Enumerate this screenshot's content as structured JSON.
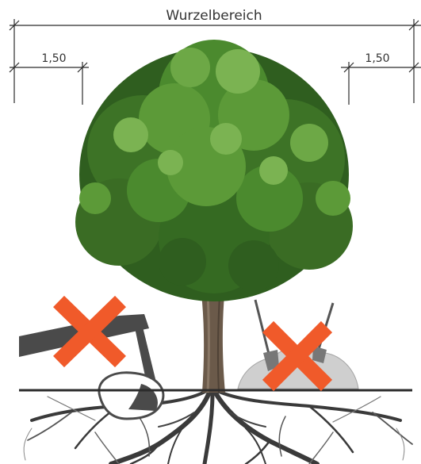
{
  "dimensions": {
    "root_zone_label": "Wurzelbereich",
    "left_offset_label": "1,50",
    "right_offset_label": "1,50"
  },
  "colors": {
    "line": "#2b2b2b",
    "prohibition_x": "#f05a2a",
    "machine": "#4a4a4a",
    "soil_pile": "#cfcfcf",
    "foliage_dark": "#2f5e1f",
    "foliage_mid": "#4b8a2e",
    "foliage_light": "#7bb352",
    "trunk": "#6b5a4a",
    "roots": "#3a3a3a"
  },
  "icons": {
    "excavator": "excavator-icon",
    "shovel_soil": "shovel-soil-pile-icon",
    "prohibited": "prohibition-x-icon",
    "tree": "tree-illustration"
  }
}
